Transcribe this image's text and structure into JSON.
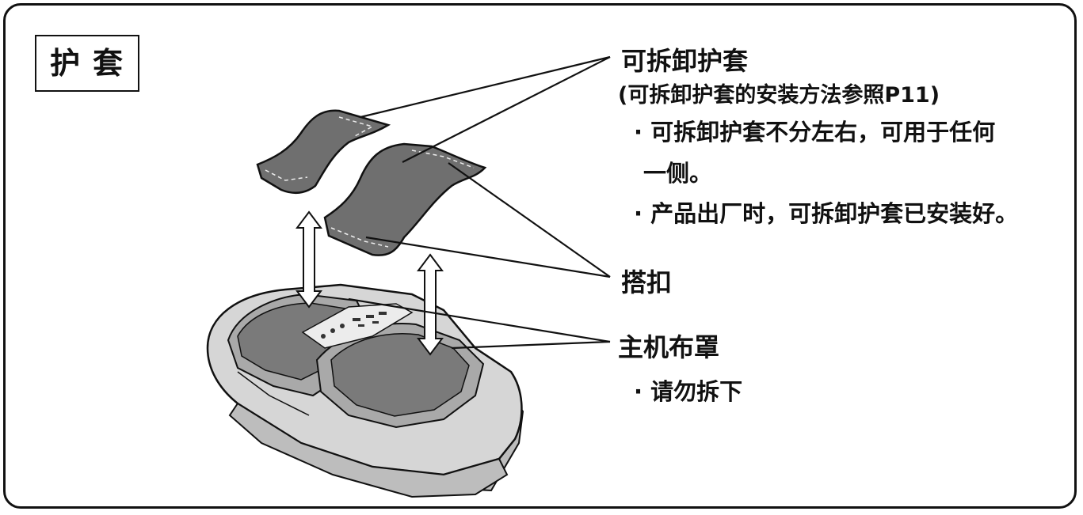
{
  "title": "护套",
  "labels": {
    "cover": {
      "name": "可拆卸护套",
      "note": "(可拆卸护套的安装方法参照P11)",
      "bullet1_line1": "· 可拆卸护套不分左右，可用于任何",
      "bullet1_line2": "一侧。",
      "bullet2": "· 产品出厂时，可拆卸护套已安装好。"
    },
    "clasp": {
      "name": "搭扣"
    },
    "body_cover": {
      "name": "主机布罩",
      "bullet": "· 请勿拆下"
    }
  },
  "colors": {
    "line": "#111111",
    "cover_fill": "#6f6f6f",
    "machine_light": "#d6d6d6",
    "machine_mid": "#a9a9a9",
    "machine_dark": "#7a7a7a",
    "background": "#ffffff"
  }
}
